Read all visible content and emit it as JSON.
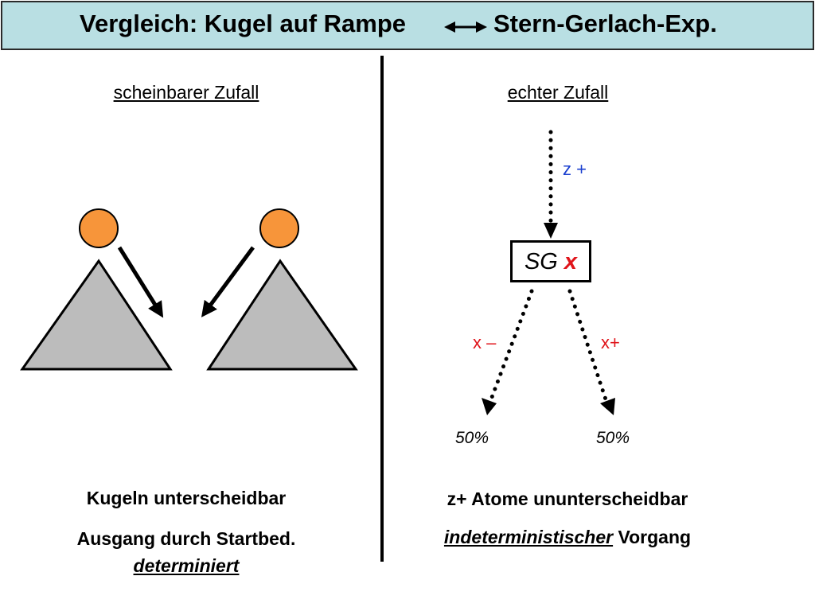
{
  "slide": {
    "title_left": "Vergleich: Kugel auf Rampe",
    "title_right": "Stern-Gerlach-Exp."
  },
  "left": {
    "heading": "scheinbarer Zufall",
    "line1": "Kugeln unterscheidbar",
    "line2": "Ausgang durch Startbed.",
    "line3": "determiniert"
  },
  "right": {
    "heading": "echter Zufall",
    "input_label": "z +",
    "sg_text": "SG",
    "sg_axis": "x",
    "minus_label": "x –",
    "plus_label": "x+",
    "left_percent": "50%",
    "right_percent": "50%",
    "line1": "z+ Atome ununterscheidbar",
    "line2_emph": "indeterministischer",
    "line2_rest": " Vorgang"
  },
  "colors": {
    "title_bg": "#b9dfe3",
    "ball": "#f7953a",
    "ramp": "#bcbcbc",
    "input_label": "#1a3fcf",
    "output_label": "#e0151b",
    "sg_axis": "#e0151b"
  }
}
